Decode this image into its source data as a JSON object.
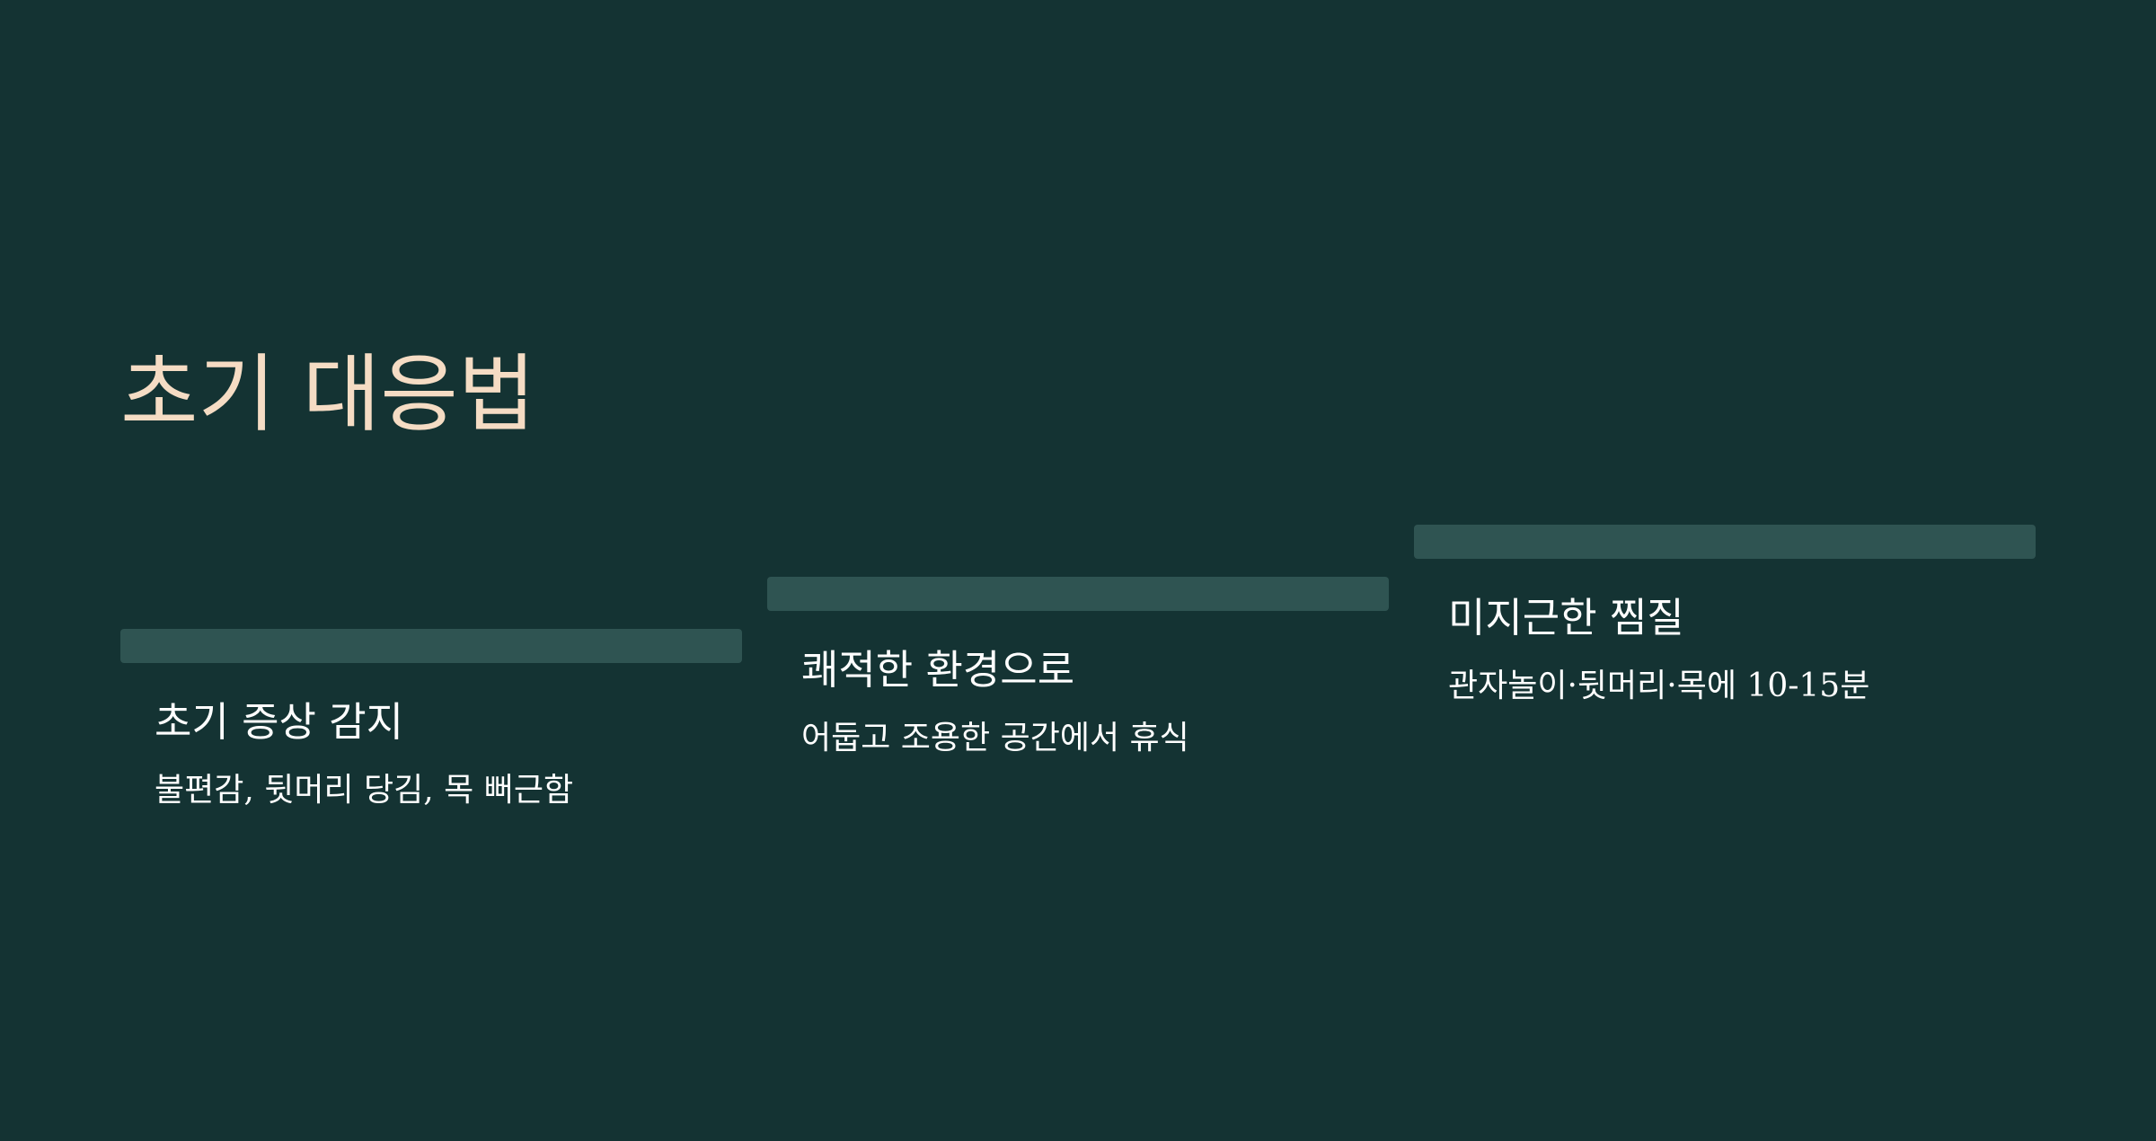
{
  "title": "초기 대응법",
  "colors": {
    "background": "#143333",
    "title": "#f5dcc4",
    "bar": "#2f5452",
    "text": "#ffffff"
  },
  "steps": [
    {
      "heading": "초기 증상 감지",
      "description": "불편감, 뒷머리 당김, 목 뻐근함"
    },
    {
      "heading": "쾌적한 환경으로",
      "description": "어둡고 조용한 공간에서 휴식"
    },
    {
      "heading": "미지근한 찜질",
      "description": "관자놀이·뒷머리·목에 10-15분"
    }
  ]
}
